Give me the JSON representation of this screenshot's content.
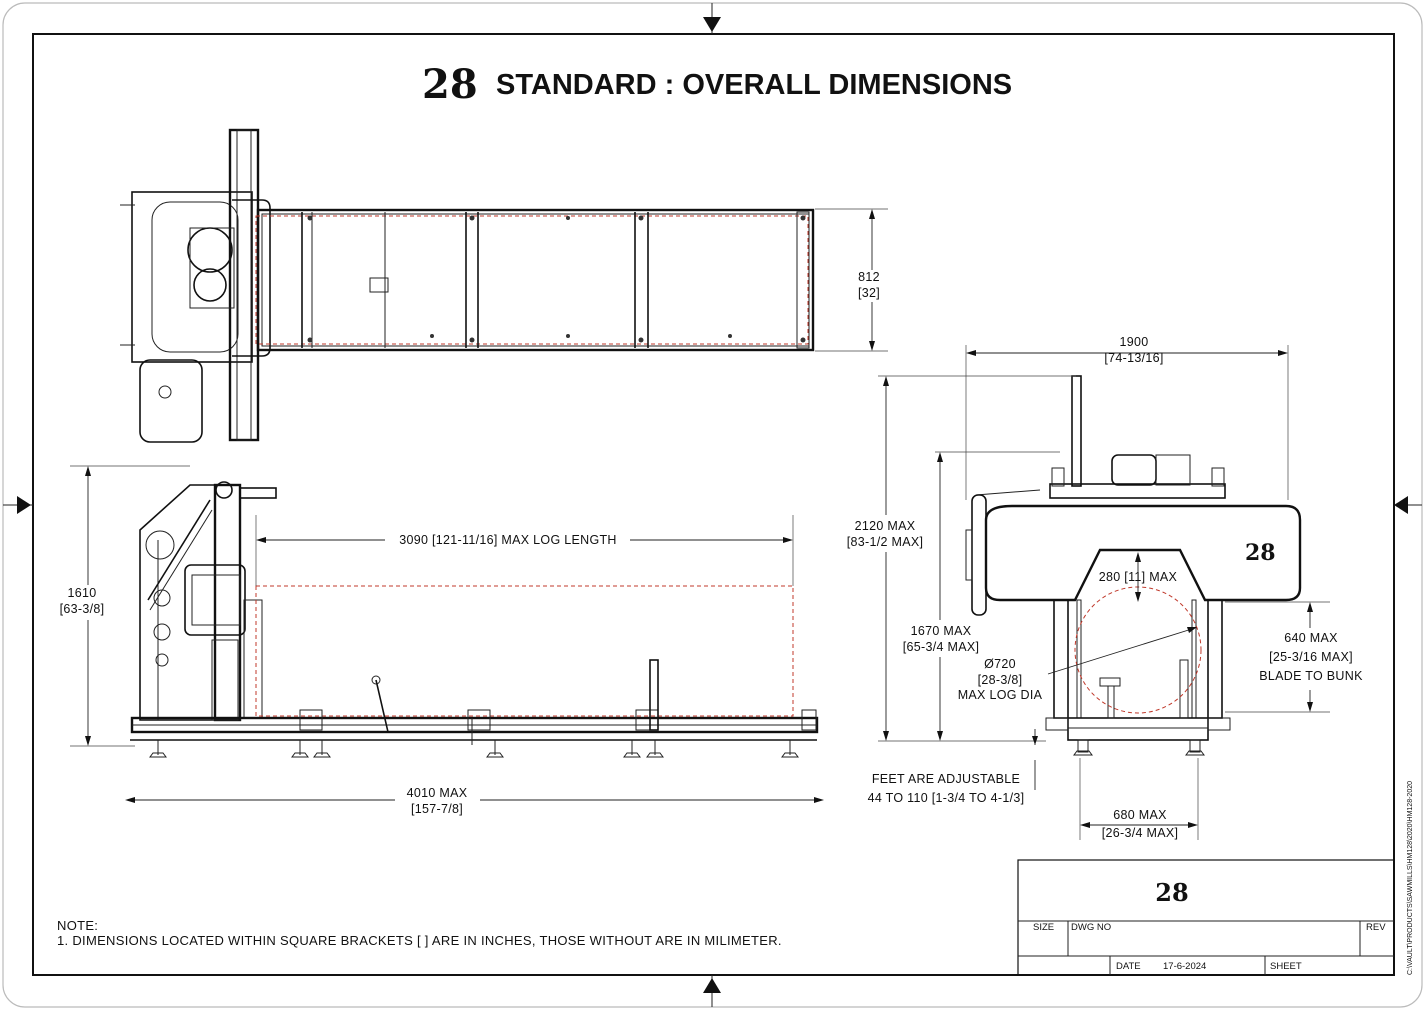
{
  "title": {
    "model": "28",
    "text": "STANDARD : OVERALL DIMENSIONS"
  },
  "top_view": {
    "width_mm": "812",
    "width_in": "[32]"
  },
  "side_view": {
    "height_mm": "1610",
    "height_in": "[63-3/8]",
    "log_length": "3090 [121-11/16] MAX LOG LENGTH",
    "overall_length_mm": "4010 MAX",
    "overall_length_in": "[157-7/8]"
  },
  "end_view": {
    "badge": "28",
    "width_mm": "1900",
    "width_in": "[74-13/16]",
    "height_mm": "2120 MAX",
    "height_in": "[83-1/2 MAX]",
    "clearance": "280 [11] MAX",
    "blade_height_mm": "1670 MAX",
    "blade_height_in": "[65-3/4 MAX]",
    "log_dia_mm": "Ø720",
    "log_dia_in": "[28-3/8]",
    "log_dia_label": "MAX LOG DIA",
    "blade_to_bunk_mm": "640 MAX",
    "blade_to_bunk_in": "[25-3/16 MAX]",
    "blade_to_bunk_label": "BLADE TO BUNK",
    "feet_line1": "FEET ARE ADJUSTABLE",
    "feet_line2": "44 TO 110 [1-3/4 TO 4-1/3]",
    "track_width_mm": "680 MAX",
    "track_width_in": "[26-3/4 MAX]"
  },
  "notes": {
    "heading": "NOTE:",
    "line1": "1. DIMENSIONS LOCATED WITHIN SQUARE BRACKETS [ ] ARE IN INCHES, THOSE WITHOUT ARE IN MILIMETER."
  },
  "title_block": {
    "model": "28",
    "size_label": "SIZE",
    "dwg_label": "DWG NO",
    "rev_label": "REV",
    "date_label": "DATE",
    "date_value": "17-6-2024",
    "sheet_label": "SHEET"
  },
  "file_path": "C:\\VAULT\\PRODUCTS\\SAWMILLS\\HM128\\2020\\HM128-2020"
}
